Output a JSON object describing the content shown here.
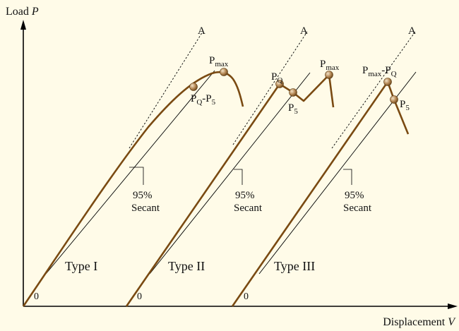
{
  "axes": {
    "y_label": "Load",
    "y_symbol": "P",
    "x_label": "Displacement",
    "x_symbol": "V"
  },
  "colors": {
    "background": "#fffbe8",
    "curve": "#7a4a12",
    "marker": "#b68a57"
  },
  "panels": [
    {
      "type_label": "Type I",
      "zero_label": "0",
      "line_a_label": "A",
      "secant_label": "95%",
      "secant_word": "Secant",
      "points": [
        {
          "name": "P",
          "sub": "max"
        },
        {
          "name": "P",
          "sub": "Q",
          "joiner": "-",
          "name2": "P",
          "sub2": "5"
        }
      ]
    },
    {
      "type_label": "Type II",
      "zero_label": "0",
      "line_a_label": "A",
      "secant_label": "95%",
      "secant_word": "Secant",
      "points": [
        {
          "name": "P",
          "sub": "Q"
        },
        {
          "name": "P",
          "sub": "5"
        },
        {
          "name": "P",
          "sub": "max"
        }
      ]
    },
    {
      "type_label": "Type III",
      "zero_label": "0",
      "line_a_label": "A",
      "secant_label": "95%",
      "secant_word": "Secant",
      "points": [
        {
          "name": "P",
          "sub": "max",
          "joiner": "-",
          "name2": "P",
          "sub2": "Q"
        },
        {
          "name": "P",
          "sub": "5"
        }
      ]
    }
  ]
}
